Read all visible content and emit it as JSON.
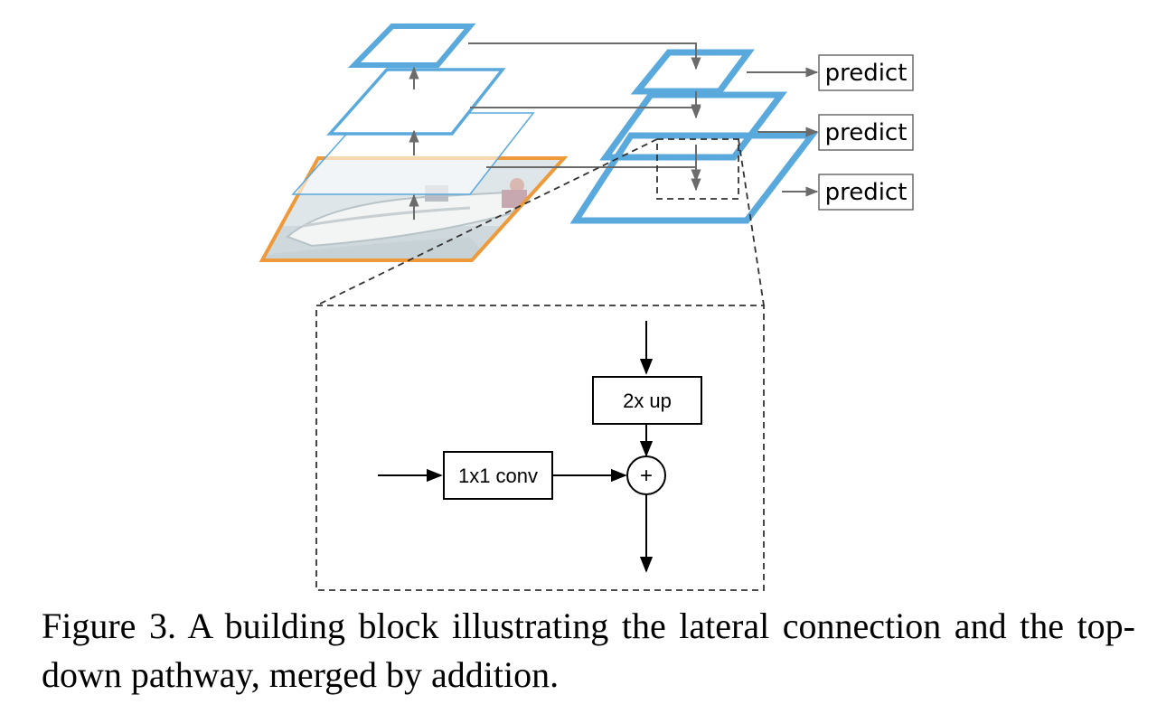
{
  "diagram": {
    "predict_labels": [
      "predict",
      "predict",
      "predict"
    ],
    "upsample_label": "2x up",
    "lateral_label": "1x1 conv",
    "merge_symbol": "+",
    "colors": {
      "pyramid_blue": "#5aa9dc",
      "image_border": "#ee9a3a",
      "arrow_gray": "#6b6b6b",
      "line_black": "#000000"
    }
  },
  "caption": {
    "text": "Figure 3. A building block illustrating the lateral connection and the top-down pathway, merged by addition."
  }
}
